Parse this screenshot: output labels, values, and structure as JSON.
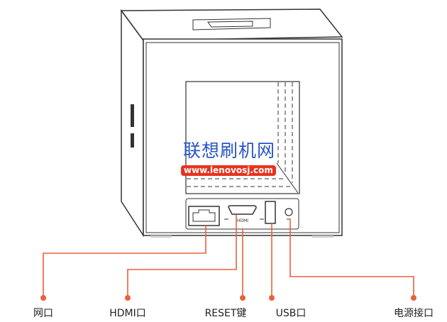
{
  "labels": {
    "lan": "网口",
    "hdmi": "HDMI口",
    "reset": "RESET键",
    "usb": "USB口",
    "power": "电源接口"
  },
  "watermark": {
    "title": "联想刷机网",
    "url": "www.lenovosj.com"
  },
  "panel_marks": {
    "hdmi": "HDMI"
  },
  "colors": {
    "accent": "#e8623a",
    "line": "#333333"
  }
}
